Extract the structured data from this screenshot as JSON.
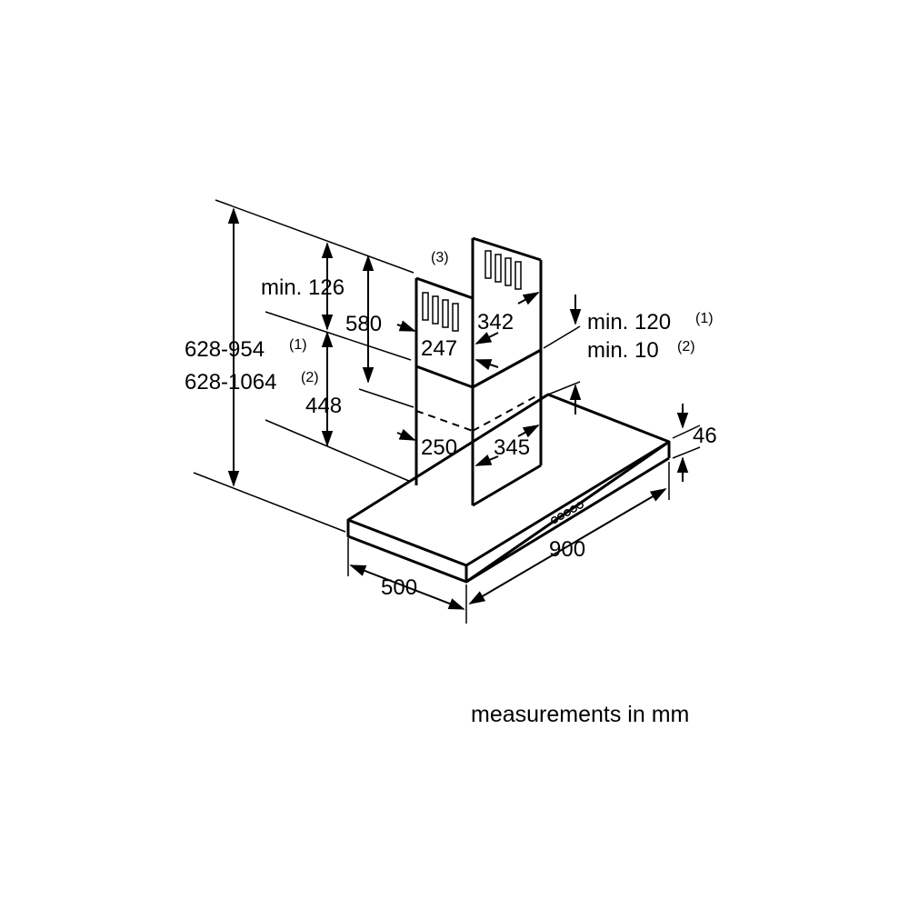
{
  "dimensions": {
    "total_height_1": "628-954",
    "total_height_1_note": "(1)",
    "total_height_2": "628-1064",
    "total_height_2_note": "(2)",
    "upper_min": "min. 126",
    "upper_height": "580",
    "lower_height": "448",
    "upper_width": "247",
    "upper_depth": "342",
    "lower_width": "250",
    "lower_depth": "345",
    "clearance_1": "min. 120",
    "clearance_1_note": "(1)",
    "clearance_2": "min. 10",
    "clearance_2_note": "(2)",
    "canopy_thickness": "46",
    "canopy_width": "900",
    "canopy_depth": "500",
    "chimney_note": "(3)"
  },
  "caption": "measurements in mm"
}
